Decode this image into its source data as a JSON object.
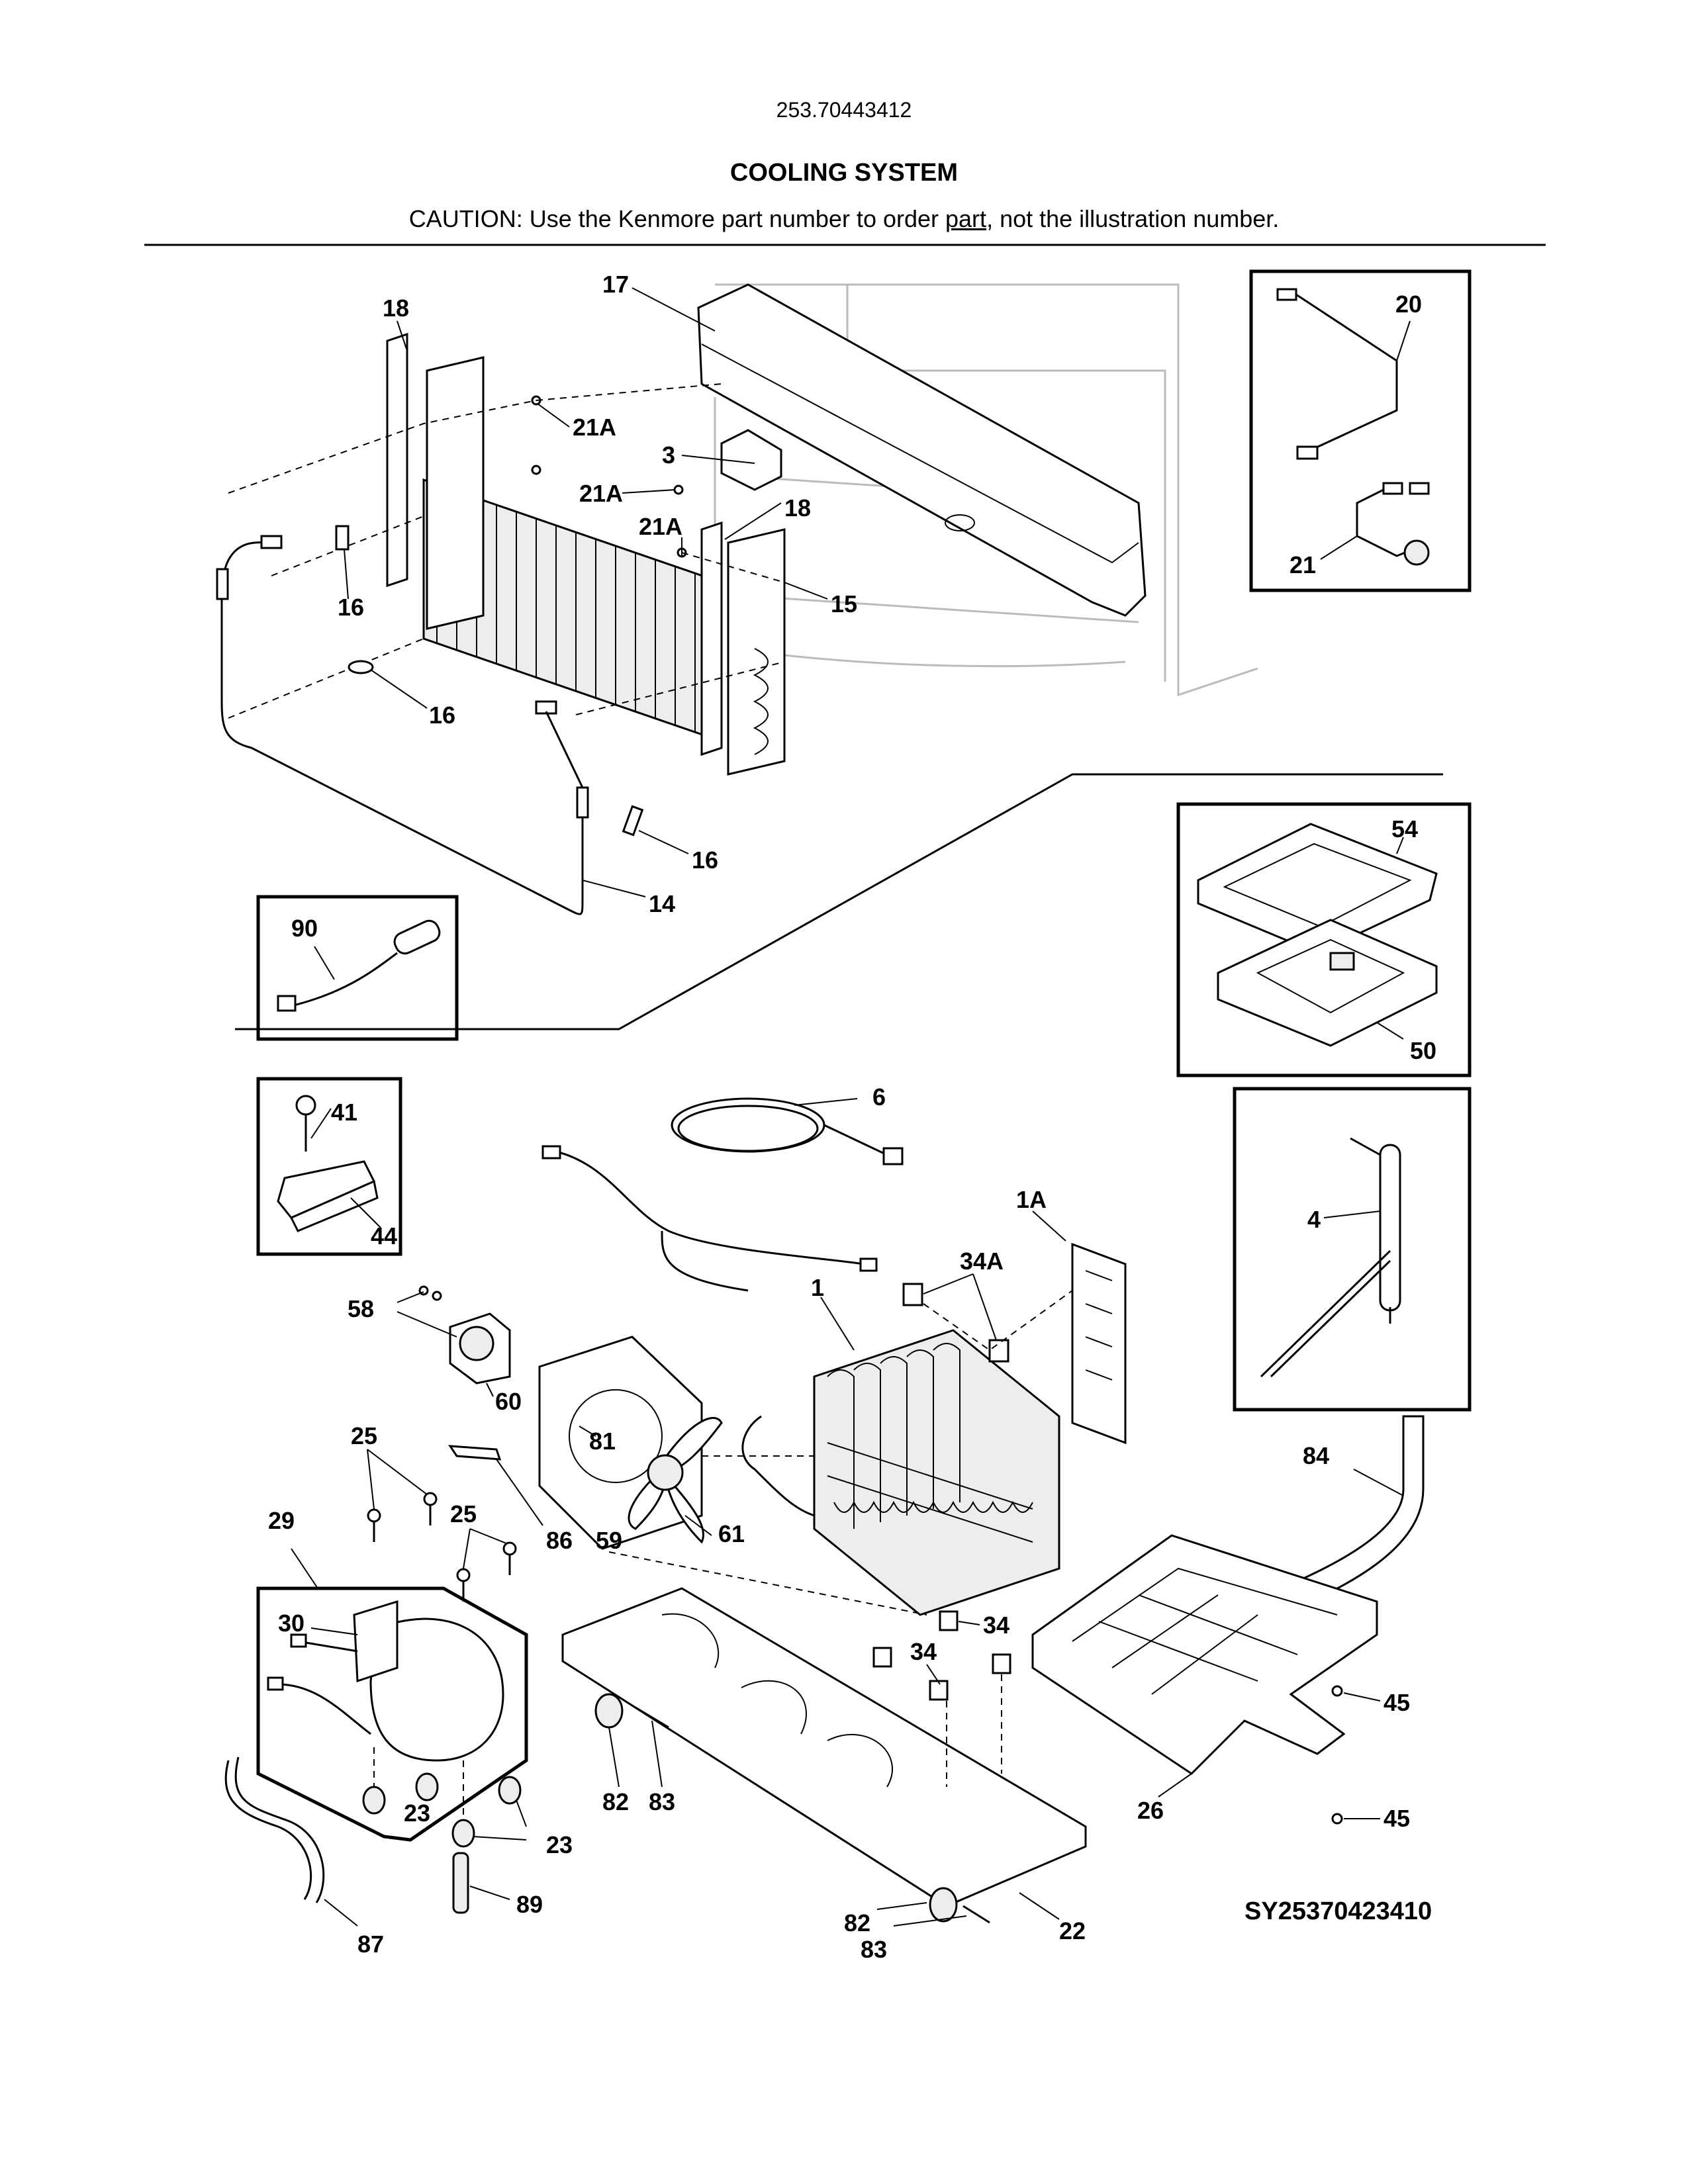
{
  "header": {
    "model_number": "253.70443412",
    "title": "COOLING SYSTEM",
    "caution_prefix": "CAUTION: Use the Kenmore part number to order ",
    "caution_underlined": "part",
    "caution_suffix": ", not the illustration number."
  },
  "diagram_code": "SY25370423410",
  "callouts": {
    "c1": "1",
    "c1A": "1A",
    "c3": "3",
    "c4": "4",
    "c6": "6",
    "c14": "14",
    "c15": "15",
    "c16a": "16",
    "c16b": "16",
    "c16c": "16",
    "c17": "17",
    "c18a": "18",
    "c18b": "18",
    "c20": "20",
    "c21": "21",
    "c21Aa": "21A",
    "c21Ab": "21A",
    "c21Ac": "21A",
    "c22": "22",
    "c23a": "23",
    "c23b": "23",
    "c25a": "25",
    "c25b": "25",
    "c26": "26",
    "c29": "29",
    "c30": "30",
    "c34a": "34",
    "c34b": "34",
    "c34A": "34A",
    "c41": "41",
    "c44": "44",
    "c45a": "45",
    "c45b": "45",
    "c50": "50",
    "c54": "54",
    "c58": "58",
    "c59": "59",
    "c60": "60",
    "c61": "61",
    "c81": "81",
    "c82a": "82",
    "c82b": "82",
    "c83a": "83",
    "c83b": "83",
    "c84": "84",
    "c86": "86",
    "c87": "87",
    "c89": "89",
    "c90": "90"
  }
}
